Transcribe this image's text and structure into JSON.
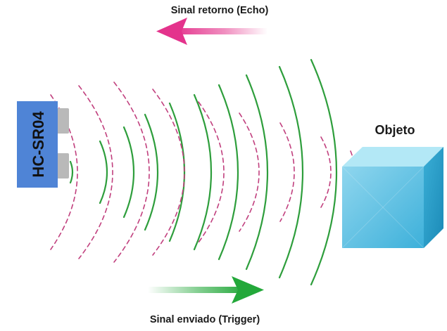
{
  "labels": {
    "echo": "Sinal retorno (Echo)",
    "trigger": "Sinal enviado (Trigger)",
    "sensor": "HC-SR04",
    "object": "Objeto"
  },
  "colors": {
    "sent_wave": "#2e9e3c",
    "return_wave": "#c1407e",
    "echo_arrow": "#e4338c",
    "trigger_arrow": "#23a83a",
    "sensor_body": "#4f84d6",
    "sensor_transducer": "#b9b9b9",
    "object_front": "#5cc3e2",
    "object_top": "#a8e4f4",
    "object_side": "#2a9fca",
    "text": "#1a1a1a"
  },
  "icons": {
    "sensor": "ultrasonic-sensor-icon",
    "object": "cube-icon",
    "echo_arrow": "arrow-left-icon",
    "trigger_arrow": "arrow-right-icon"
  }
}
